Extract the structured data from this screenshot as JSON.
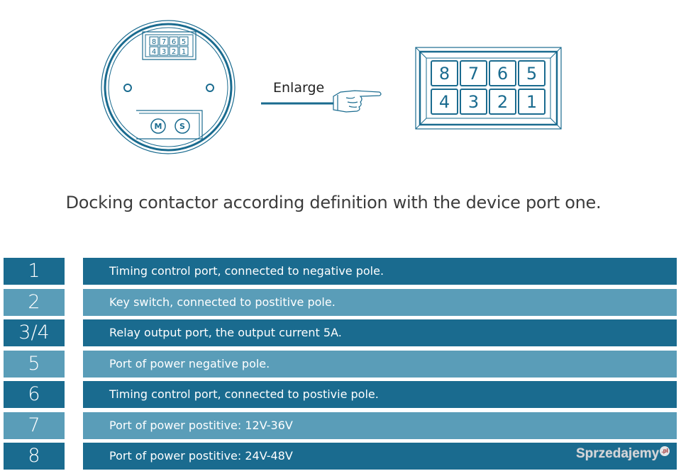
{
  "colors": {
    "line": "#1a6b8f",
    "row_dark": "#1a6b8f",
    "row_light": "#5a9db8"
  },
  "diagram": {
    "connector_small": {
      "top": [
        "8",
        "7",
        "6",
        "5"
      ],
      "bottom": [
        "4",
        "3",
        "2",
        "1"
      ]
    },
    "switch_labels": [
      "M",
      "S"
    ],
    "enlarge_label": "Enlarge",
    "connector_large": {
      "top": [
        "8",
        "7",
        "6",
        "5"
      ],
      "bottom": [
        "4",
        "3",
        "2",
        "1"
      ]
    }
  },
  "caption": "Docking contactor according definition with the device port one.",
  "pin_table": [
    {
      "pin": "1",
      "description": "Timing control port, connected to negative pole.",
      "shade": "dark"
    },
    {
      "pin": "2",
      "description": "Key switch, connected to postitive pole.",
      "shade": "light"
    },
    {
      "pin": "3/4",
      "description": "Relay output  port, the output current 5A.",
      "shade": "dark"
    },
    {
      "pin": "5",
      "description": "Port of power negative pole.",
      "shade": "light"
    },
    {
      "pin": "6",
      "description": "Timing control port, connected to postivie pole.",
      "shade": "dark"
    },
    {
      "pin": "7",
      "description": "Port of power postitive: 12V-36V",
      "shade": "light"
    },
    {
      "pin": "8",
      "description": "Port of power postitive: 24V-48V",
      "shade": "dark"
    }
  ],
  "watermark": {
    "text": "Sprzedajemy",
    "badge": ".pl"
  }
}
